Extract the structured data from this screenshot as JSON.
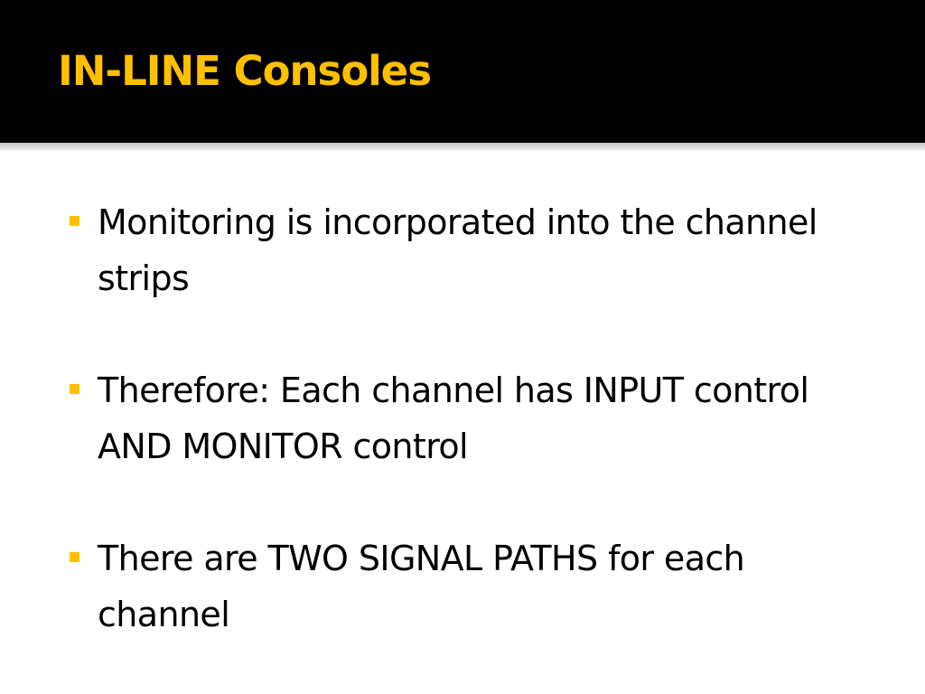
{
  "slide": {
    "title": "IN-LINE Consoles",
    "bullets": [
      {
        "text": "Monitoring is incorporated into the channel strips"
      },
      {
        "text": "Therefore:  Each channel has INPUT control AND MONITOR control"
      },
      {
        "text": "There are TWO SIGNAL PATHS for each channel"
      }
    ]
  },
  "theme": {
    "title_color": "#FFC000",
    "title_bar_color": "#000000",
    "bullet_color": "#FFC000",
    "text_color": "#000000",
    "bullet_icon": "square-bullet-icon"
  }
}
